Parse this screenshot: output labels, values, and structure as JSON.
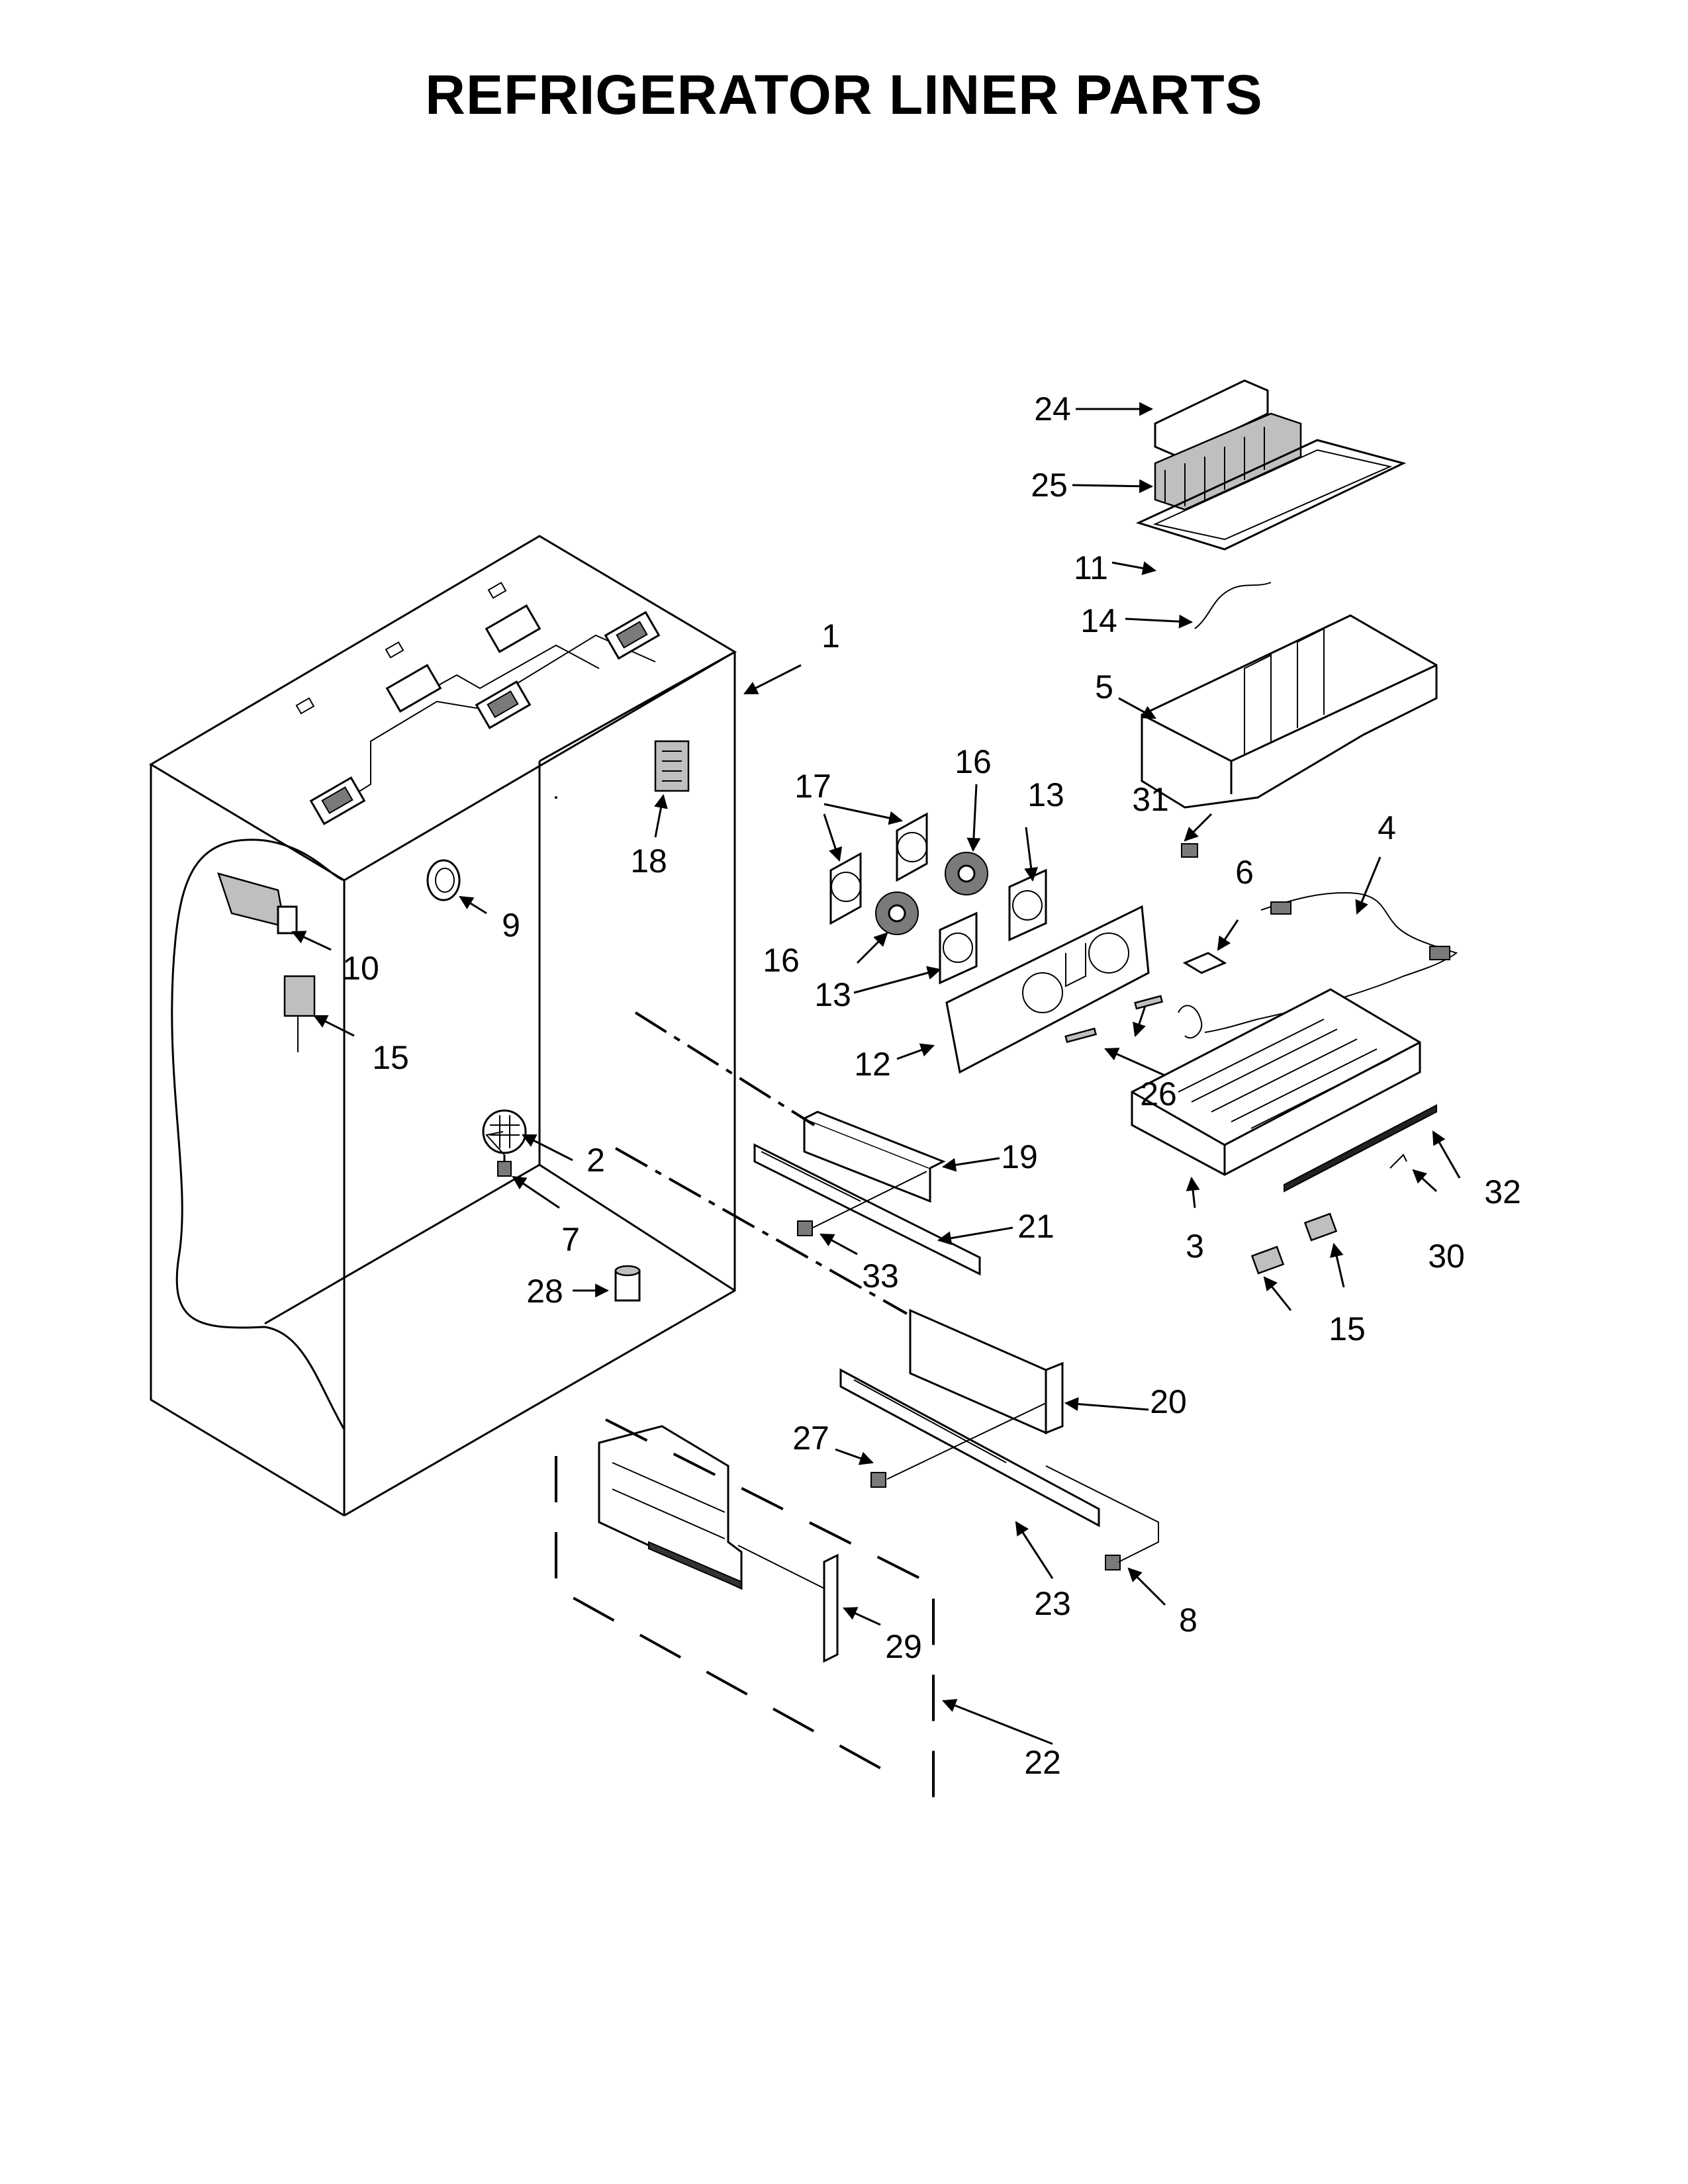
{
  "title": "REFRIGERATOR LINER PARTS",
  "callouts": [
    {
      "num": "1"
    },
    {
      "num": "2"
    },
    {
      "num": "3"
    },
    {
      "num": "4"
    },
    {
      "num": "5"
    },
    {
      "num": "6"
    },
    {
      "num": "7"
    },
    {
      "num": "8"
    },
    {
      "num": "9"
    },
    {
      "num": "10"
    },
    {
      "num": "11"
    },
    {
      "num": "12"
    },
    {
      "num": "13"
    },
    {
      "num": "13"
    },
    {
      "num": "14"
    },
    {
      "num": "15"
    },
    {
      "num": "15"
    },
    {
      "num": "16"
    },
    {
      "num": "16"
    },
    {
      "num": "17"
    },
    {
      "num": "18"
    },
    {
      "num": "19"
    },
    {
      "num": "20"
    },
    {
      "num": "21"
    },
    {
      "num": "22"
    },
    {
      "num": "23"
    },
    {
      "num": "24"
    },
    {
      "num": "25"
    },
    {
      "num": "26"
    },
    {
      "num": "27"
    },
    {
      "num": "28"
    },
    {
      "num": "29"
    },
    {
      "num": "30"
    },
    {
      "num": "31"
    },
    {
      "num": "32"
    },
    {
      "num": "33"
    }
  ]
}
